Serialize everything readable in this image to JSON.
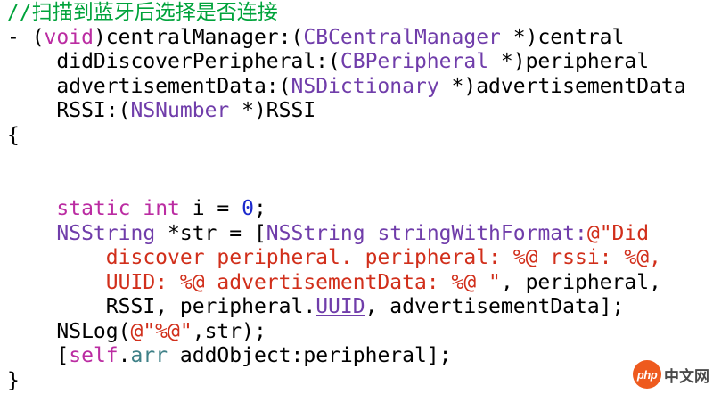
{
  "colors": {
    "comment": "#00A33B",
    "keyword": "#BB2CA2",
    "type": "#703DAA",
    "number": "#1C2ACD",
    "string": "#D12F1B",
    "plain": "#000000",
    "property": "#3E8087",
    "background": "#FFFFFF",
    "watermark_logo_bg": "#EE5A1E",
    "watermark_text_color": "#4A4A4A"
  },
  "code": {
    "language": "objective-c",
    "lines": [
      {
        "segments": [
          {
            "text": "//扫描到蓝牙后选择是否连接",
            "style": "comment"
          }
        ]
      },
      {
        "segments": [
          {
            "text": "- (",
            "style": "plain"
          },
          {
            "text": "void",
            "style": "keyword"
          },
          {
            "text": ")centralManager:(",
            "style": "plain"
          },
          {
            "text": "CBCentralManager",
            "style": "type"
          },
          {
            "text": " *)central",
            "style": "plain"
          }
        ]
      },
      {
        "segments": [
          {
            "text": "    didDiscoverPeripheral:(",
            "style": "plain"
          },
          {
            "text": "CBPeripheral",
            "style": "type"
          },
          {
            "text": " *)peripheral",
            "style": "plain"
          }
        ]
      },
      {
        "segments": [
          {
            "text": "    advertisementData:(",
            "style": "plain"
          },
          {
            "text": "NSDictionary",
            "style": "type"
          },
          {
            "text": " *)advertisementData",
            "style": "plain"
          }
        ]
      },
      {
        "segments": [
          {
            "text": "    RSSI:(",
            "style": "plain"
          },
          {
            "text": "NSNumber",
            "style": "type"
          },
          {
            "text": " *)RSSI",
            "style": "plain"
          }
        ]
      },
      {
        "segments": [
          {
            "text": "{",
            "style": "plain"
          }
        ]
      },
      {
        "segments": []
      },
      {
        "segments": []
      },
      {
        "segments": [
          {
            "text": "    ",
            "style": "plain"
          },
          {
            "text": "static",
            "style": "keyword"
          },
          {
            "text": " ",
            "style": "plain"
          },
          {
            "text": "int",
            "style": "keyword"
          },
          {
            "text": " i = ",
            "style": "plain"
          },
          {
            "text": "0",
            "style": "number"
          },
          {
            "text": ";",
            "style": "plain"
          }
        ]
      },
      {
        "segments": [
          {
            "text": "    ",
            "style": "plain"
          },
          {
            "text": "NSString",
            "style": "type"
          },
          {
            "text": " *str = [",
            "style": "plain"
          },
          {
            "text": "NSString",
            "style": "type"
          },
          {
            "text": " ",
            "style": "plain"
          },
          {
            "text": "stringWithFormat:",
            "style": "type"
          },
          {
            "text": "@\"Did",
            "style": "string"
          }
        ]
      },
      {
        "segments": [
          {
            "text": "        discover peripheral. peripheral: %@ rssi: %@,",
            "style": "string"
          }
        ]
      },
      {
        "segments": [
          {
            "text": "        UUID: %@ advertisementData: %@ \"",
            "style": "string"
          },
          {
            "text": ", peripheral,",
            "style": "plain"
          }
        ]
      },
      {
        "segments": [
          {
            "text": "        RSSI, peripheral.",
            "style": "plain"
          },
          {
            "text": "UUID",
            "style": "type-link"
          },
          {
            "text": ", advertisementData];",
            "style": "plain"
          }
        ]
      },
      {
        "segments": [
          {
            "text": "    NSLog(",
            "style": "plain"
          },
          {
            "text": "@\"%@\"",
            "style": "string"
          },
          {
            "text": ",str);",
            "style": "plain"
          }
        ]
      },
      {
        "segments": [
          {
            "text": "    [",
            "style": "plain"
          },
          {
            "text": "self",
            "style": "keyword"
          },
          {
            "text": ".",
            "style": "plain"
          },
          {
            "text": "arr",
            "style": "property"
          },
          {
            "text": " addObject:peripheral];",
            "style": "plain"
          }
        ]
      },
      {
        "segments": [
          {
            "text": "}",
            "style": "plain"
          }
        ]
      }
    ]
  },
  "watermark": {
    "logo_text": "php",
    "site_text": "中文网"
  }
}
